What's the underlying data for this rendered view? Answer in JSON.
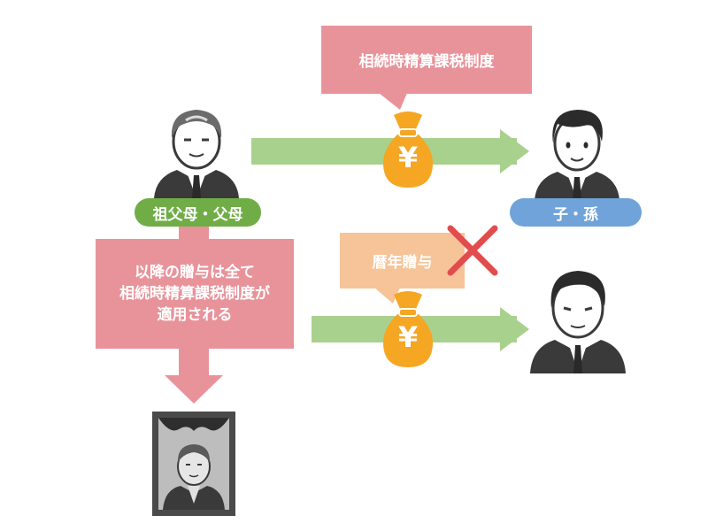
{
  "top_bubble": {
    "label": "相続時精算課税制度"
  },
  "giver_label": "祖父母・父母",
  "receiver_label": "子・孫",
  "mid_bubble": {
    "label": "暦年贈与"
  },
  "note_box": {
    "lines": [
      "以降の贈与は全て",
      "相続時精算課税制度が",
      "適用される"
    ]
  },
  "money_bag_symbol": "¥",
  "colors": {
    "pink": "#e8939a",
    "peach": "#f6c498",
    "green": "#a9d18e",
    "green_pill": "#70ad47",
    "blue_pill": "#6fa3d9",
    "gold": "#f5a623",
    "cross": "#e34c4c",
    "dark": "#3a3a3a"
  },
  "icons": [
    "grandfather-avatar",
    "young-man-avatar",
    "older-man-avatar",
    "memorial-portrait-icon",
    "money-bag-icon",
    "cross-mark-icon"
  ]
}
